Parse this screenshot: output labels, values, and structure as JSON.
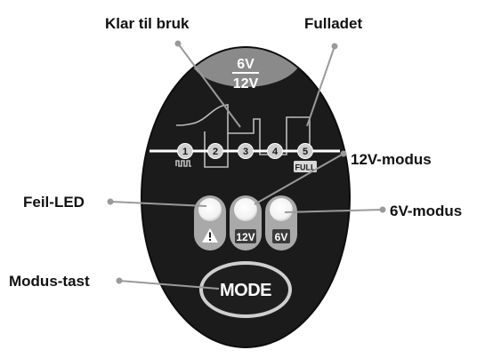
{
  "callouts": {
    "ready": "Klar til bruk",
    "full": "Fulladet",
    "mode12v": "12V-modus",
    "error_led": "Feil-LED",
    "mode6v": "6V-modus",
    "mode_key": "Modus-tast"
  },
  "panel": {
    "voltage_top": "6V",
    "voltage_bottom": "12V",
    "stages": [
      "1",
      "2",
      "3",
      "4",
      "5"
    ],
    "full_badge": "FULL",
    "led_12v_label": "12V",
    "led_6v_label": "6V",
    "mode_button": "MODE"
  },
  "colors": {
    "panel_body": "#1b1b1b",
    "panel_top": "#8a8a8a",
    "panel_light": "#cfcfcf",
    "leader": "#a0a0a0",
    "text": "#111111"
  }
}
